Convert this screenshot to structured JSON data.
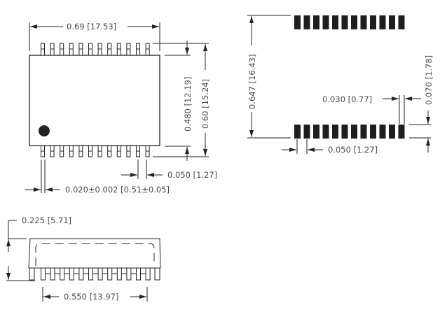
{
  "drawing": {
    "pins_per_side": 12,
    "top_view": {
      "width_label": "0.69 [17.53]",
      "body_height_label": "0.480 [12.19]",
      "overall_height_label": "0.60 [15.24]",
      "pitch_label": "0.050 [1.27]",
      "pin_width_label": "0.020±0.002 [0.51±0.05]"
    },
    "footprint": {
      "row_span_label": "0.647 [16.43]",
      "pad_width_label": "0.030 [0.77]",
      "pad_length_label": "0.070 [1.78]",
      "pitch_label": "0.050 [1.27]"
    },
    "side_view": {
      "height_label": "0.225 [5.71]",
      "span_label": "0.550 [13.97]"
    },
    "colors": {
      "line": "#222222",
      "text": "#4a4a4a",
      "pad": "#1e1e1e"
    }
  }
}
